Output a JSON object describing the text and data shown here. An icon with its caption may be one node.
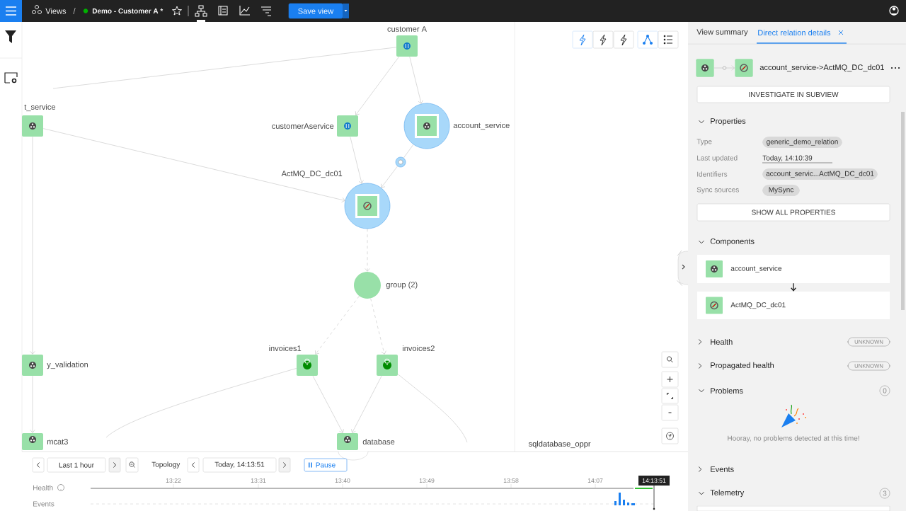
{
  "diagram": {
    "nodes": [
      {
        "text": [
          "customer A"
        ]
      },
      {
        "text": [
          "t_service"
        ]
      },
      {
        "text": [
          "customerAservice"
        ]
      },
      {
        "text": [
          "account_service"
        ]
      },
      {
        "text": [],
        "shape": "circle"
      },
      {
        "text": [
          "ActMQ_DC_dc01"
        ]
      },
      {
        "text": [
          "group (2)"
        ]
      },
      {
        "text": [
          "y_validation"
        ]
      },
      {
        "text": [
          "invoices1"
        ]
      },
      {
        "text": [
          "invoices2"
        ]
      },
      {
        "text": [
          "mcat3"
        ]
      },
      {
        "text": [
          "database"
        ]
      },
      {
        "text": [
          "sqldatabase_oppr"
        ]
      },
      {
        "text": [
          "account_service"
        ]
      },
      {
        "text": [
          "ActMQ_DC_dc01"
        ]
      },
      {
        "text": [],
        "shape": "box"
      },
      {
        "text": [],
        "shape": "box"
      }
    ],
    "edges": [
      {
        "from": 0,
        "to": null,
        "arrow": "none"
      },
      {
        "from": 0,
        "to": 2,
        "arrow": "to"
      },
      {
        "from": 0,
        "to": 3,
        "arrow": "to"
      },
      {
        "from": 1,
        "to": 5,
        "arrow": "to"
      },
      {
        "from": 2,
        "to": 5,
        "arrow": "to"
      },
      {
        "from": 3,
        "to": 4,
        "arrow": "none"
      },
      {
        "from": 4,
        "to": 5,
        "arrow": "to"
      },
      {
        "from": 5,
        "to": 6,
        "arrow": "to",
        "style": "dashed"
      },
      {
        "from": 6,
        "to": 8,
        "arrow": "to",
        "style": "dashed"
      },
      {
        "from": 6,
        "to": 9,
        "arrow": "to",
        "style": "dashed"
      },
      {
        "from": 1,
        "to": 7,
        "arrow": "to"
      },
      {
        "from": 7,
        "to": 10,
        "arrow": "to"
      },
      {
        "from": 8,
        "to": 11,
        "arrow": "to"
      },
      {
        "from": 9,
        "to": 11,
        "arrow": "to"
      },
      {
        "from": 8,
        "to": null,
        "arrow": "none"
      },
      {
        "from": 9,
        "to": null,
        "arrow": "none"
      },
      {
        "from": 13,
        "to": 14,
        "arrow": "to",
        "color": "#222222"
      },
      {
        "from": 15,
        "to": 16,
        "arrow": "to"
      }
    ],
    "labels": [
      "Views",
      "/",
      "Demo - Customer A *",
      "Save view",
      "View summary",
      "Direct relation details",
      "account_service->ActMQ_DC_dc01",
      "INVESTIGATE IN SUBVIEW",
      "Properties",
      "Type",
      "generic_demo_relation",
      "Last updated",
      "Today, 14:10:39",
      "Identifiers",
      "account_servic...ActMQ_DC_dc01",
      "Sync sources",
      "MySync",
      "SHOW ALL PROPERTIES",
      "Components",
      "Health",
      "UNKNOWN",
      "Propagated health",
      "UNKNOWN",
      "Problems",
      "0",
      "Hooray, no problems detected at this time!",
      "Events",
      "Telemetry",
      "3",
      "Last 1 hour",
      "Topology",
      "Today, 14:13:51",
      "Pause",
      "Health",
      "Events",
      "13:22",
      "13:31",
      "13:40",
      "13:49",
      "13:58",
      "14:07",
      "14:13:51"
    ]
  }
}
